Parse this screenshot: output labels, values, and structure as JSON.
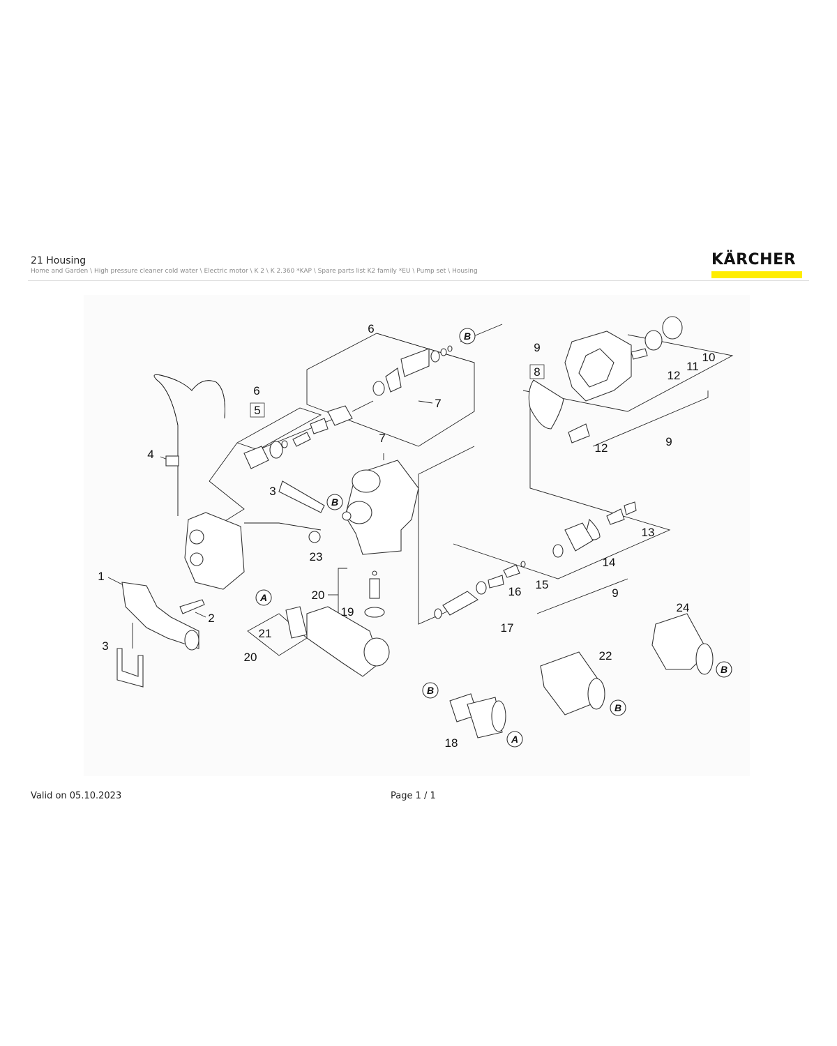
{
  "header": {
    "title": "21 Housing",
    "breadcrumb": "Home and Garden \\ High pressure cleaner cold water \\ Electric motor \\ K 2 \\ K 2.360 *KAP \\ Spare parts list K2 family *EU \\ Pump set \\ Housing",
    "logo_text": "KÄRCHER",
    "brand_yellow": "#ffed00"
  },
  "diagram": {
    "callouts": {
      "c1": "1",
      "c2": "2",
      "c3a": "3",
      "c3b": "3",
      "c4": "4",
      "c5": "5",
      "c6a": "6",
      "c6b": "6",
      "c7a": "7",
      "c7b": "7",
      "c8": "8",
      "c9a": "9",
      "c9b": "9",
      "c9c": "9",
      "c10": "10",
      "c11": "11",
      "c12a": "12",
      "c12b": "12",
      "c13": "13",
      "c14": "14",
      "c15": "15",
      "c16": "16",
      "c17": "17",
      "c18": "18",
      "c19": "19",
      "c20a": "20",
      "c20b": "20",
      "c21": "21",
      "c22": "22",
      "c23": "23",
      "c24": "24"
    },
    "refs": {
      "a1": "A",
      "a2": "A",
      "b1": "B",
      "b2": "B",
      "b3": "B",
      "b4": "B",
      "b5": "B"
    }
  },
  "footer": {
    "valid": "Valid on 05.10.2023",
    "page": "Page 1 / 1"
  }
}
